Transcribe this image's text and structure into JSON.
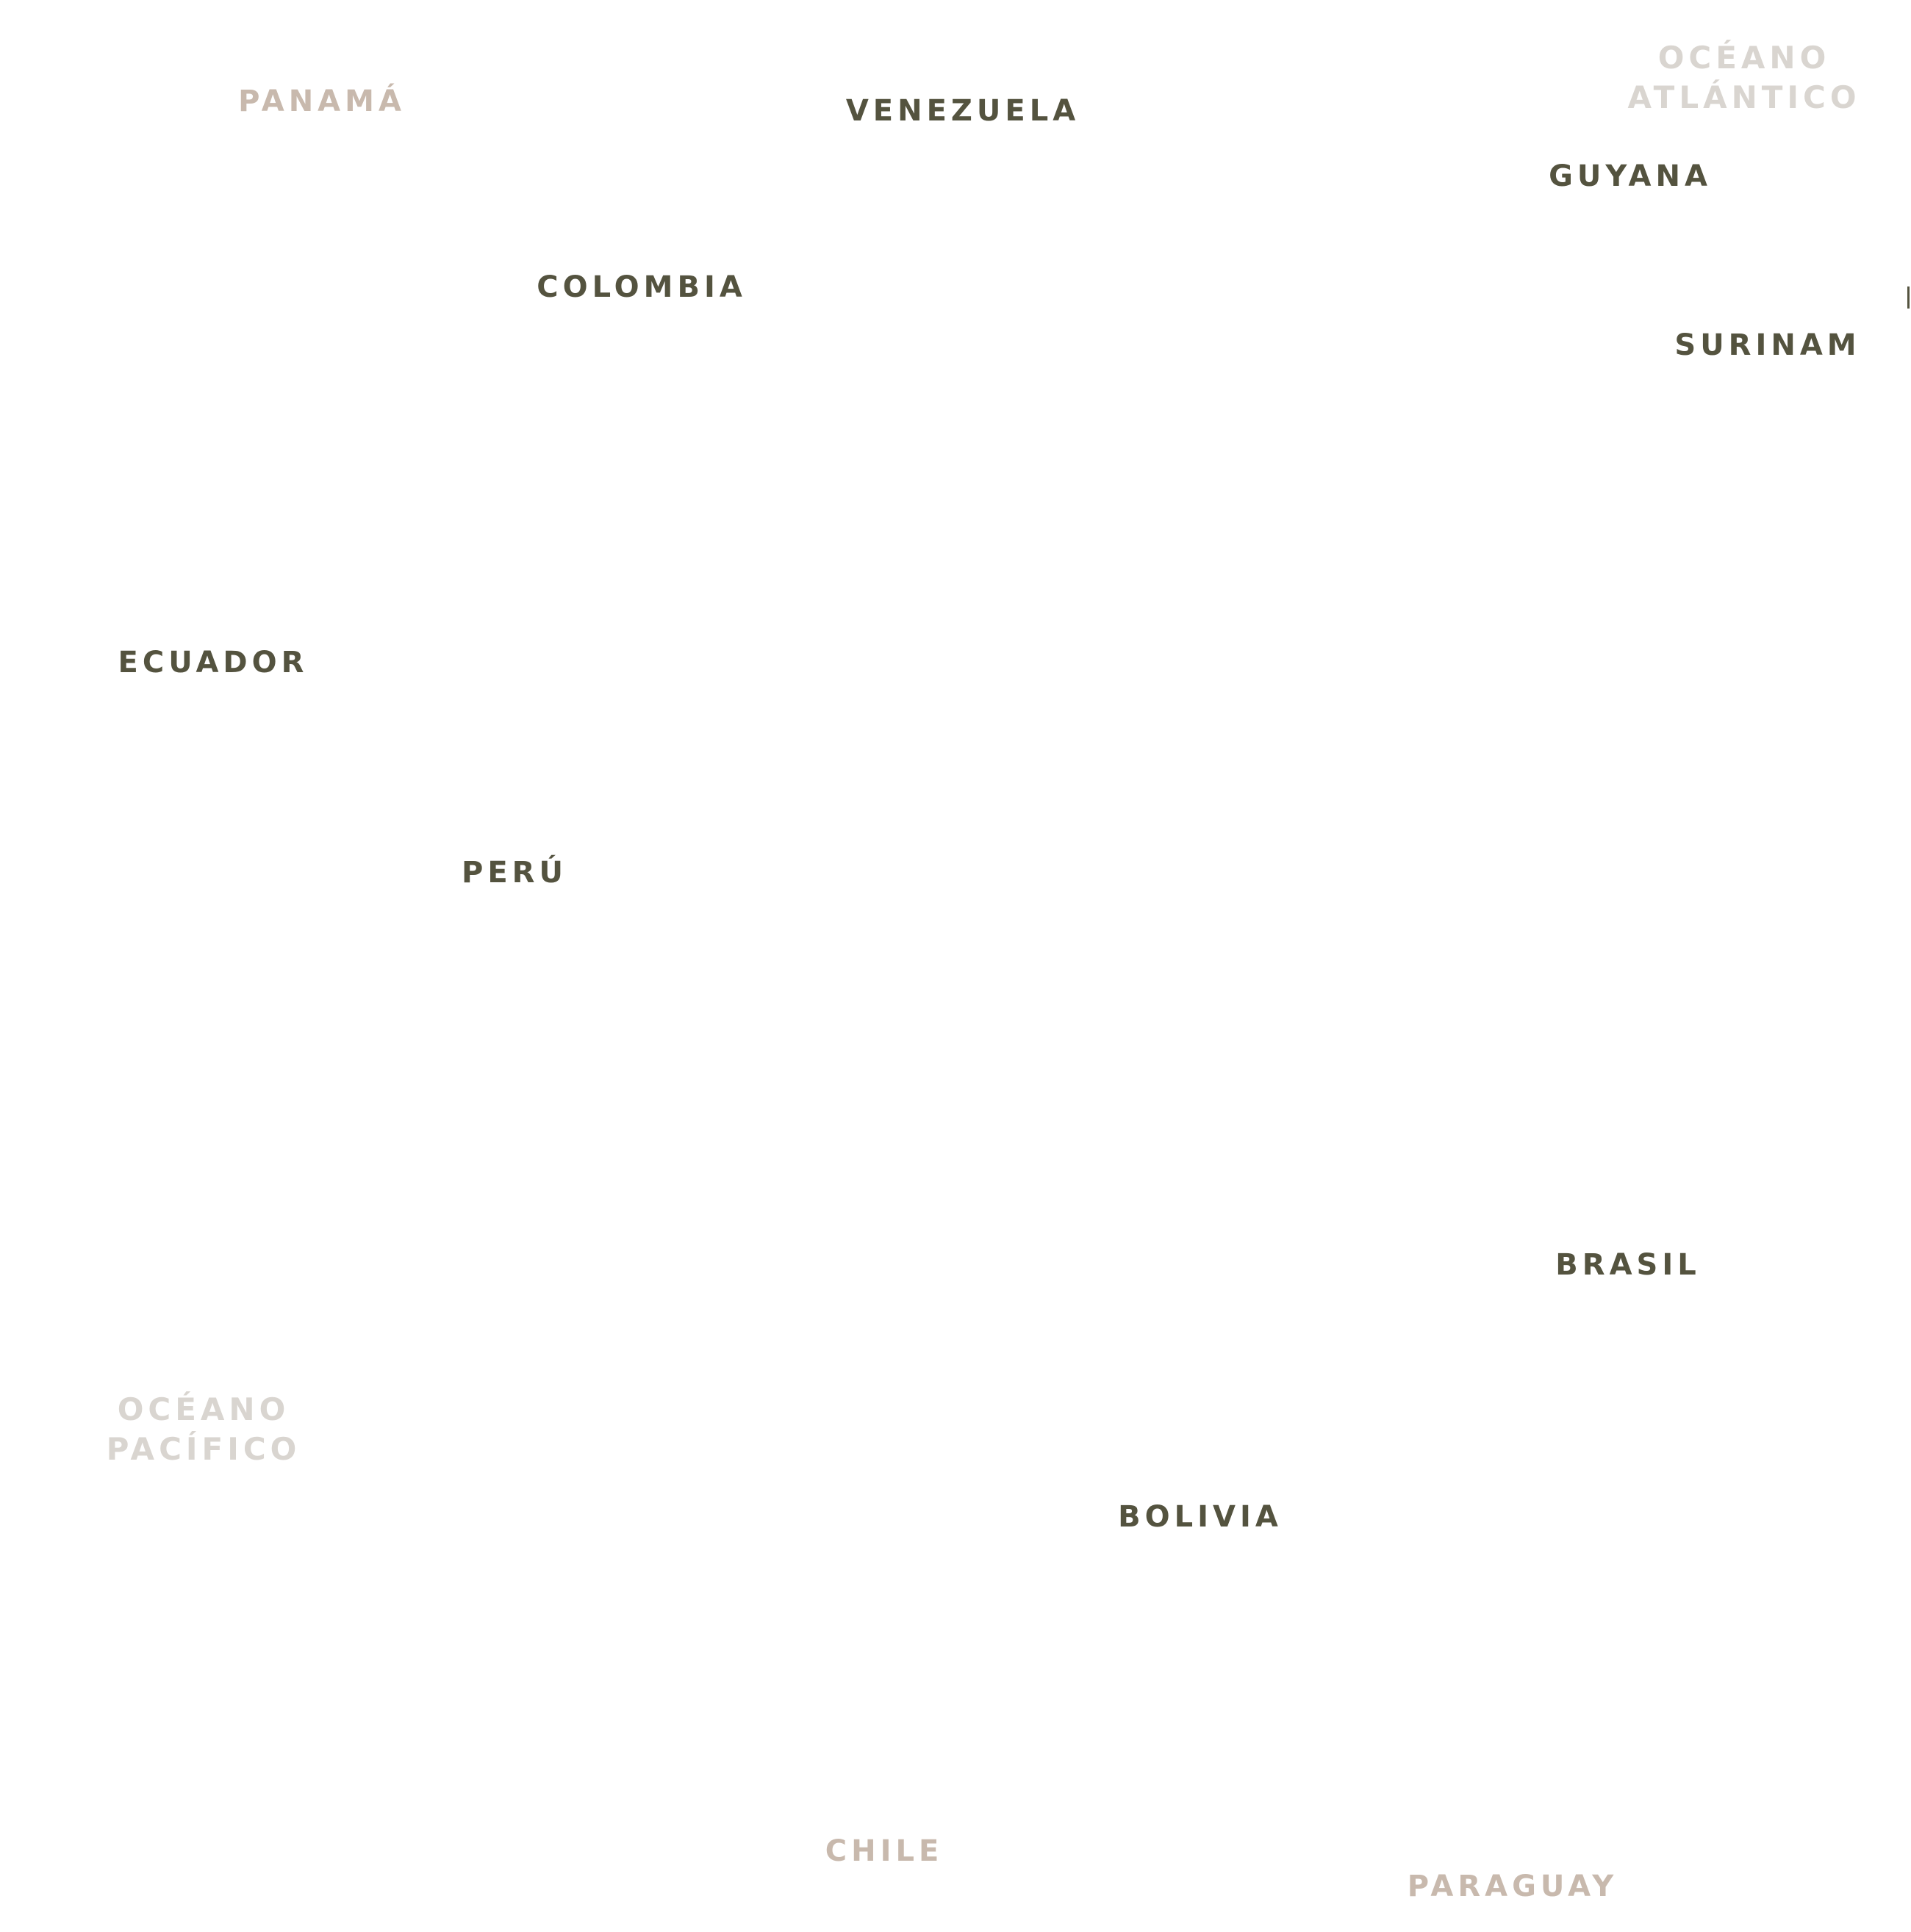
{
  "map": {
    "countries": {
      "panama": "PANAMÁ",
      "venezuela": "VENEZUELA",
      "guyana": "GUYANA",
      "colombia": "COLOMBIA",
      "surinam": "SURINAM",
      "ecuador": "ECUADOR",
      "peru": "PERÚ",
      "brasil": "BRASIL",
      "bolivia": "BOLIVIA",
      "chile": "CHILE",
      "paraguay": "PARAGUAY"
    },
    "oceans": {
      "atlantico": [
        "OCÉANO",
        "ATLÁNTICO"
      ],
      "pacifico": [
        "OCÉANO",
        "PACÍFICO"
      ]
    },
    "colors": {
      "primary_label": "#54533f",
      "neighbor_label": "#c8b9ad",
      "ocean_label": "#d9d5d0",
      "background": "#ffffff"
    }
  }
}
